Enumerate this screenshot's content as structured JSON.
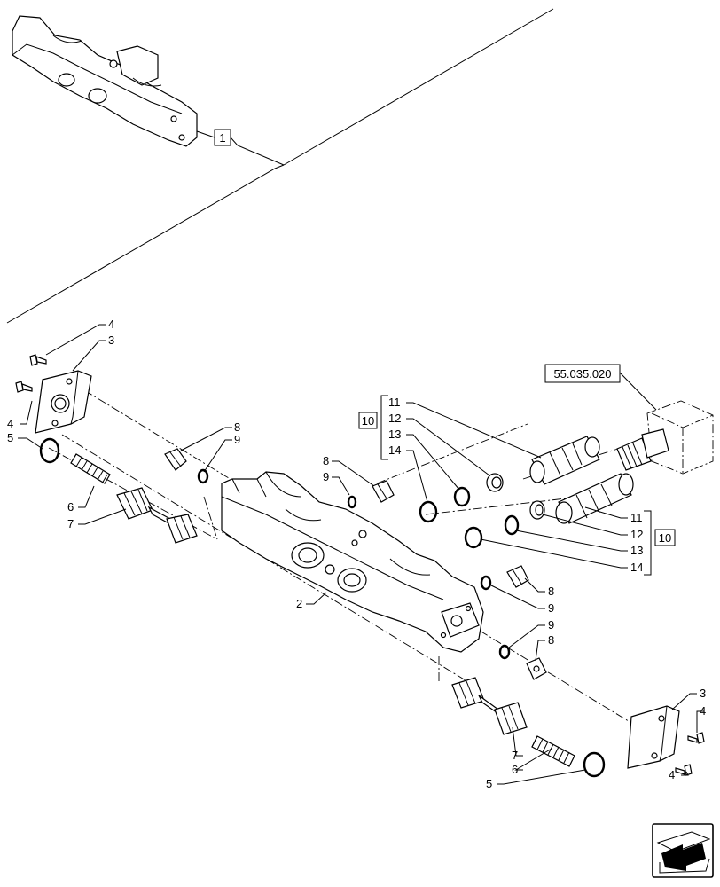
{
  "callouts": {
    "top_assembly_ref": "1",
    "body": "2",
    "cover_plate": "3",
    "screw": "4",
    "o_ring": "5",
    "spring": "6",
    "spool": "7",
    "plug": "8",
    "seal_ring": "9",
    "kit_ref": "10",
    "valve_cartridge": "11",
    "backup_ring": "12",
    "retaining_ring": "13",
    "o_ring_large": "14"
  },
  "reference_box": "55.035.020",
  "navigation": {
    "icon": "next-page-arrow-icon"
  }
}
